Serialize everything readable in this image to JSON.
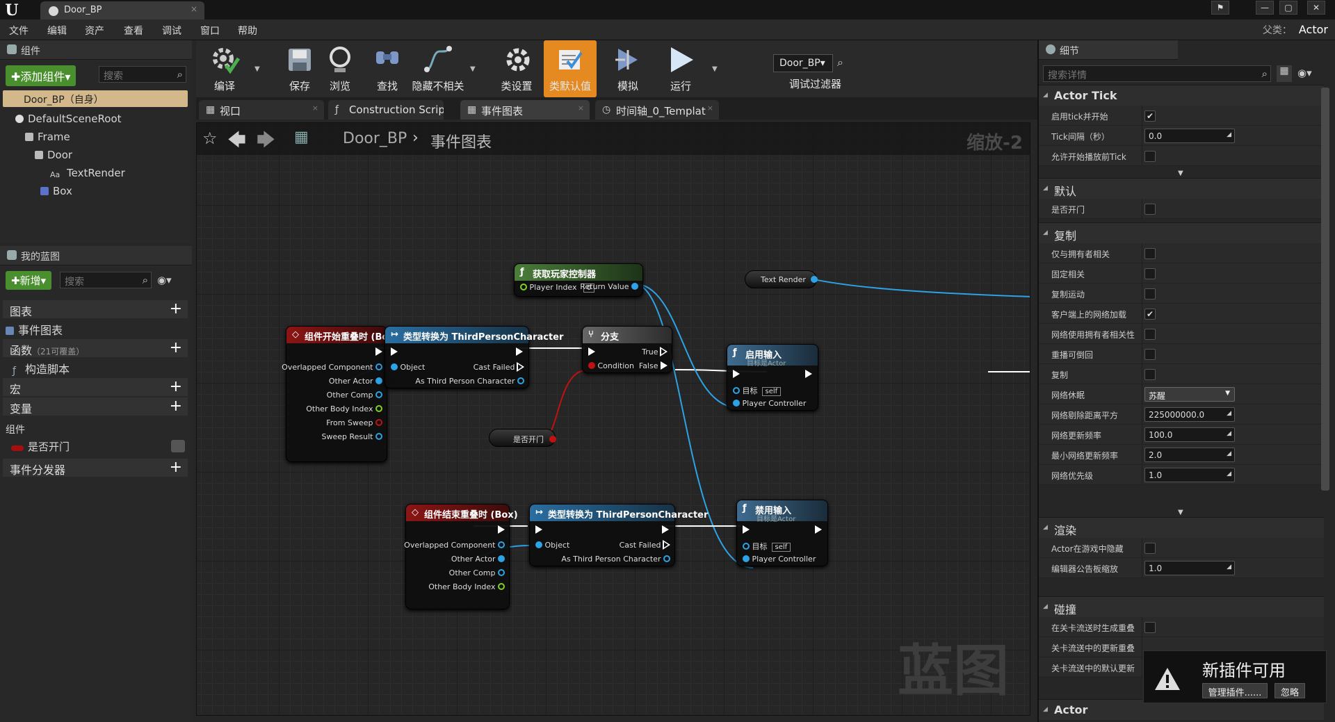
{
  "window": {
    "tab_title": "Door_BP",
    "close": "×",
    "min": "—",
    "restore": "▢",
    "close_win": "✕"
  },
  "menu": [
    "文件",
    "编辑",
    "资产",
    "查看",
    "调试",
    "窗口",
    "帮助"
  ],
  "parent": {
    "label": "父类：",
    "value": "Actor"
  },
  "components": {
    "title": "组件",
    "add_button": "✚添加组件▾",
    "search_placeholder": "搜索",
    "self_item": "Door_BP（自身）",
    "tree": [
      "DefaultSceneRoot",
      "Frame",
      "Door",
      "TextRender",
      "Box"
    ]
  },
  "my_blueprint": {
    "title": "我的蓝图",
    "new_button": "✚新增▾",
    "search_placeholder": "搜索",
    "graphs": "图表",
    "event_graph": "事件图表",
    "functions": "函数",
    "functions_note": "（21可覆盖）",
    "construction": "构造脚本",
    "macros": "宏",
    "variables": "变量",
    "components_group": "组件",
    "var_door": "是否开门",
    "dispatchers": "事件分发器"
  },
  "toolbar": [
    {
      "label": "编译",
      "icon": "compile-icon"
    },
    {
      "label": "保存",
      "icon": "save-icon"
    },
    {
      "label": "浏览",
      "icon": "browse-icon"
    },
    {
      "label": "查找",
      "icon": "find-icon"
    },
    {
      "label": "隐藏不相关",
      "icon": "hide-unrelated-icon"
    },
    {
      "label": "类设置",
      "icon": "class-settings-icon"
    },
    {
      "label": "类默认值",
      "icon": "class-defaults-icon"
    },
    {
      "label": "模拟",
      "icon": "simulate-icon"
    },
    {
      "label": "运行",
      "icon": "play-icon"
    }
  ],
  "debug": {
    "selected": "Door_BP▾",
    "label": "调试过滤器"
  },
  "tabs": [
    "视口",
    "Construction Scrip",
    "事件图表",
    "时间轴_0_Templat"
  ],
  "graph": {
    "crumb_a": "Door_BP",
    "crumb_sep": "›",
    "crumb_b": "事件图表",
    "zoom": "缩放-2",
    "watermark": "蓝图"
  },
  "nodes": {
    "begin_overlap": {
      "title": "组件开始重叠时 (Box)",
      "pins": [
        "Overlapped Component",
        "Other Actor",
        "Other Comp",
        "Other Body Index",
        "From Sweep",
        "Sweep Result"
      ]
    },
    "cast1": {
      "title": "类型转换为 ThirdPersonCharacter",
      "object": "Object",
      "failed": "Cast Failed",
      "as": "As Third Person Character"
    },
    "get_pc": {
      "title": "获取玩家控制器",
      "index_label": "Player Index",
      "index_value": "0",
      "ret": "Return Value"
    },
    "branch": {
      "title": "分支",
      "true": "True",
      "false": "False",
      "cond": "Condition"
    },
    "text_render": {
      "label": "Text Render"
    },
    "enable_input": {
      "title": "启用输入",
      "sub": "目标是Actor",
      "target": "目标",
      "self": "self",
      "pc": "Player Controller"
    },
    "is_open_var": {
      "label": "是否开门"
    },
    "end_overlap": {
      "title": "组件结束重叠时 (Box)",
      "pins": [
        "Overlapped Component",
        "Other Actor",
        "Other Comp",
        "Other Body Index"
      ]
    },
    "cast2": {
      "title": "类型转换为 ThirdPersonCharacter",
      "object": "Object",
      "failed": "Cast Failed",
      "as": "As Third Person Character"
    },
    "disable_input": {
      "title": "禁用输入",
      "sub": "目标是Actor",
      "target": "目标",
      "self": "self",
      "pc": "Player Controller"
    }
  },
  "details": {
    "title": "细节",
    "search_placeholder": "搜索详情",
    "sections": {
      "actor_tick": "Actor Tick",
      "default": "默认",
      "replication": "复制",
      "rendering": "渲染",
      "collision": "碰撞",
      "actor": "Actor"
    },
    "rows": {
      "tick_start": "启用tick并开始",
      "tick_interval": "Tick间隔（秒）",
      "tick_interval_value": "0.0",
      "tick_before_begin": "允许开始播放前Tick",
      "is_open": "是否开门",
      "only_owner": "仅与拥有者相关",
      "always_relevant": "固定相关",
      "replicate_movement": "复制运动",
      "net_load_client": "客户端上的网络加载",
      "net_use_owner": "网络使用拥有者相关性",
      "replay_rewind": "重播可倒回",
      "replicates": "复制",
      "net_dormancy": "网络休眠",
      "net_dormancy_value": "苏醒",
      "net_cull": "网络剔除距离平方",
      "net_cull_value": "225000000.0",
      "net_freq": "网络更新频率",
      "net_freq_value": "100.0",
      "net_min_freq": "最小网络更新频率",
      "net_min_freq_value": "2.0",
      "net_priority": "网络优先级",
      "net_priority_value": "1.0",
      "hidden_in_game": "Actor在游戏中隐藏",
      "billboard_scale": "编辑器公告板缩放",
      "billboard_scale_value": "1.0",
      "gen_overlap": "在关卡流送时生成重叠",
      "update_overlap": "关卡流送中的更新重叠",
      "default_update": "关卡流送中的默认更新"
    }
  },
  "notification": {
    "text": "新插件可用",
    "manage": "管理插件......",
    "ignore": "忽略"
  },
  "colors": {
    "exec": "#ffffff",
    "object_pin": "#2da3e6",
    "bool_pin": "#c01212",
    "accent": "#e48a20"
  }
}
